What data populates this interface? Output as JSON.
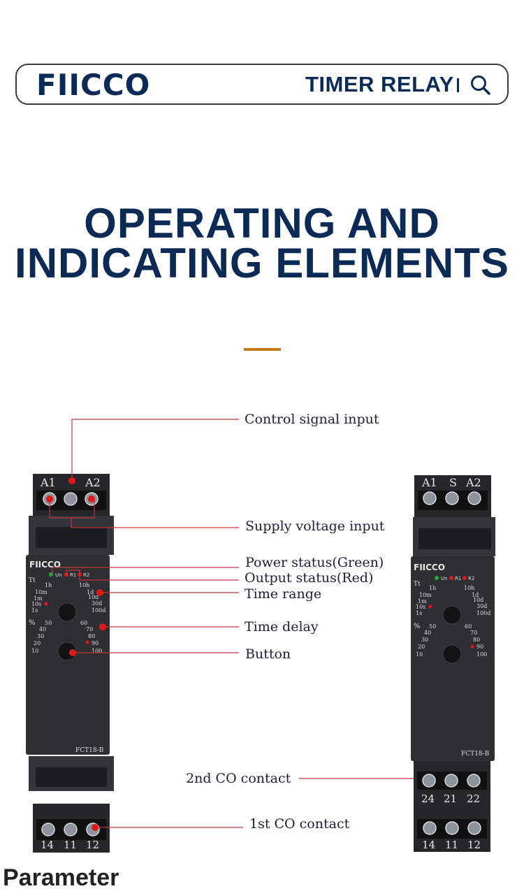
{
  "header": {
    "logo": "FIICCO",
    "title": "TIMER RELAY",
    "search_icon": "search-icon"
  },
  "headline": {
    "line1": "OPERATING AND",
    "line2": "INDICATING  ELEMENTS"
  },
  "colors": {
    "navy": "#0b2a55",
    "accent": "#c27a1b",
    "device": "#2e2f33",
    "led_red": "#e01818",
    "led_green": "#1faa3a"
  },
  "callouts": [
    {
      "id": "control",
      "text": "Control signal input"
    },
    {
      "id": "supply",
      "text": "Supply voltage input"
    },
    {
      "id": "power",
      "text": "Power status(Green)"
    },
    {
      "id": "output",
      "text": "Output status(Red)"
    },
    {
      "id": "range",
      "text": "Time range"
    },
    {
      "id": "delay",
      "text": "Time delay"
    },
    {
      "id": "button",
      "text": "Button"
    },
    {
      "id": "co2",
      "text": "2nd CO contact"
    },
    {
      "id": "co1",
      "text": "1st CO contact"
    }
  ],
  "left_device": {
    "top_terminals": [
      "A1",
      "A2"
    ],
    "bottom_terminals": [
      "14",
      "11",
      "12"
    ],
    "brand": "FIICCO",
    "model": "FCT18-B",
    "leds": [
      "Un",
      "R1",
      "R2"
    ],
    "time_range_left": [
      "1h",
      "10m",
      "1m",
      "10s",
      "1s"
    ],
    "time_range_right": [
      "10h",
      "1d",
      "10d",
      "30d",
      "100d"
    ],
    "tt_label": "Tt",
    "percent_label": "%",
    "delay_left": [
      "50",
      "40",
      "30",
      "20",
      "10"
    ],
    "delay_right": [
      "60",
      "70",
      "80",
      "90",
      "100"
    ]
  },
  "right_device": {
    "top_terminals": [
      "A1",
      "S",
      "A2"
    ],
    "mid_terminals": [
      "24",
      "21",
      "22"
    ],
    "bottom_terminals": [
      "14",
      "11",
      "12"
    ],
    "brand": "FIICCO",
    "model": "FCT18-B",
    "leds": [
      "Un",
      "R1",
      "R2"
    ],
    "time_range_left": [
      "1h",
      "10m",
      "1m",
      "10s",
      "1s"
    ],
    "time_range_right": [
      "10h",
      "1d",
      "10d",
      "30d",
      "100d"
    ],
    "tt_label": "Tt",
    "percent_label": "%",
    "delay_left": [
      "50",
      "40",
      "30",
      "20",
      "10"
    ],
    "delay_right": [
      "60",
      "70",
      "80",
      "90",
      "100"
    ]
  },
  "footer": {
    "cut_heading": "Parameter"
  }
}
